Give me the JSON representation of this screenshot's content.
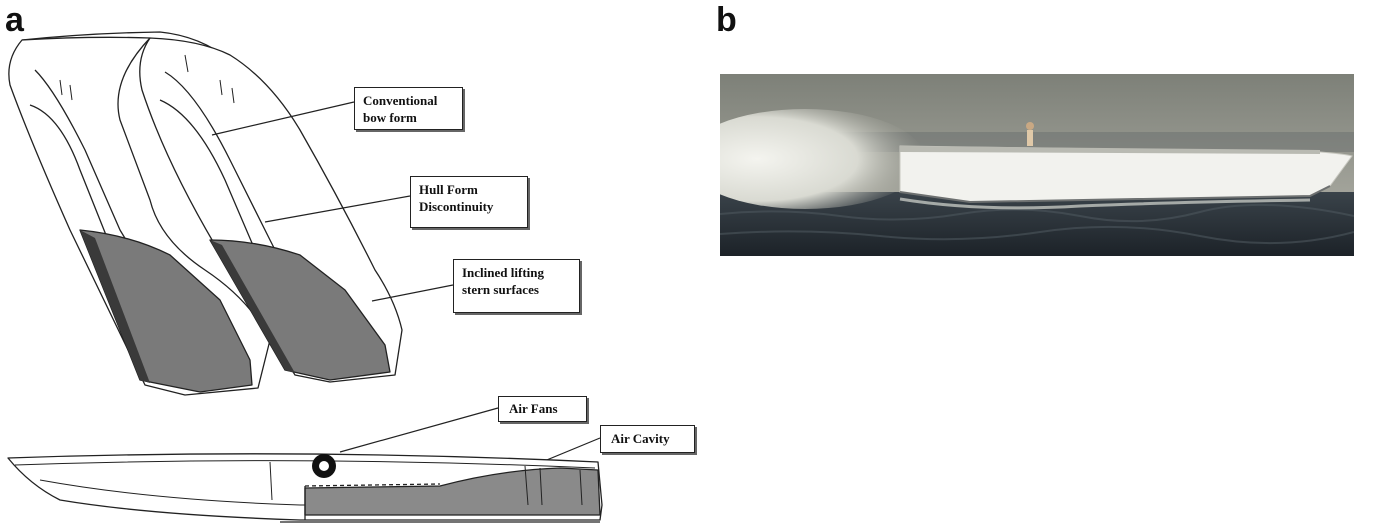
{
  "figure": {
    "panel_a_label": "a",
    "panel_b_label": "b"
  },
  "callouts": {
    "bow": "Conventional\nbow form",
    "hull": "Hull Form\nDiscontinuity",
    "stern": "Inclined lifting\nstern surfaces",
    "fans": "Air Fans",
    "cavity": "Air Cavity"
  },
  "colors": {
    "line": "#222222",
    "hull_shade": "#7a7a7a",
    "cavity_fill": "#8a8a8a",
    "sky": "#8c8e86",
    "sea": "#2a3139",
    "boat_hull": "#f2f2ee",
    "spray": "#e6e6e0"
  },
  "photo": {
    "description_icon": "boat-photo"
  }
}
